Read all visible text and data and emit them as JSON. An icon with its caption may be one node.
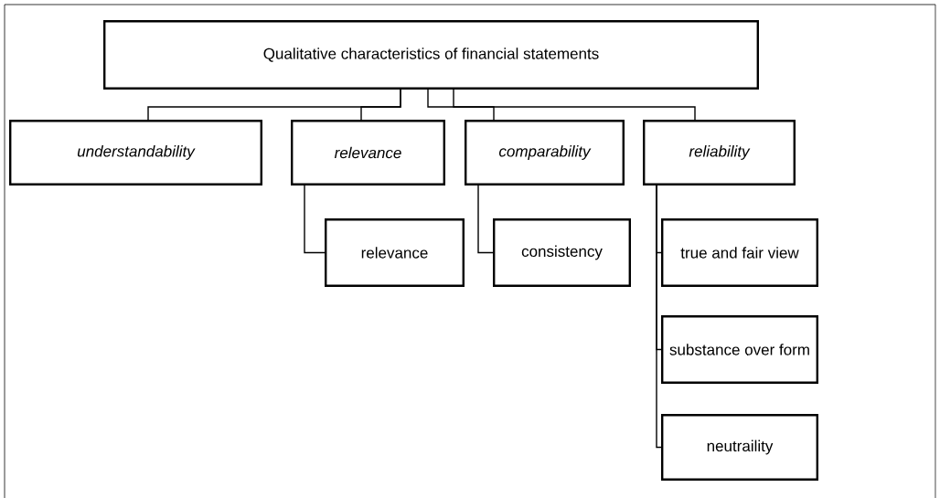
{
  "diagram": {
    "nodes": [
      {
        "text": [
          "Qualitative characteristics of financial statements"
        ]
      },
      {
        "text": [
          "understandability"
        ]
      },
      {
        "text": [
          "relevance"
        ]
      },
      {
        "text": [
          "comparability"
        ]
      },
      {
        "text": [
          "reliability"
        ]
      },
      {
        "text": [
          "relevance"
        ]
      },
      {
        "text": [
          "consistency"
        ]
      },
      {
        "text": [
          "true and fair view"
        ]
      },
      {
        "text": [
          "substance over form"
        ]
      },
      {
        "text": [
          "neutraility"
        ]
      }
    ],
    "edges": [
      {
        "from": 0,
        "to": 1,
        "arrow": "none"
      },
      {
        "from": 0,
        "to": 2,
        "arrow": "none"
      },
      {
        "from": 0,
        "to": 3,
        "arrow": "none"
      },
      {
        "from": 0,
        "to": 4,
        "arrow": "none"
      },
      {
        "from": 2,
        "to": 5,
        "arrow": "none"
      },
      {
        "from": 3,
        "to": 6,
        "arrow": "none"
      },
      {
        "from": 4,
        "to": 7,
        "arrow": "none"
      },
      {
        "from": 4,
        "to": 8,
        "arrow": "none"
      },
      {
        "from": 4,
        "to": 9,
        "arrow": "none"
      }
    ]
  }
}
